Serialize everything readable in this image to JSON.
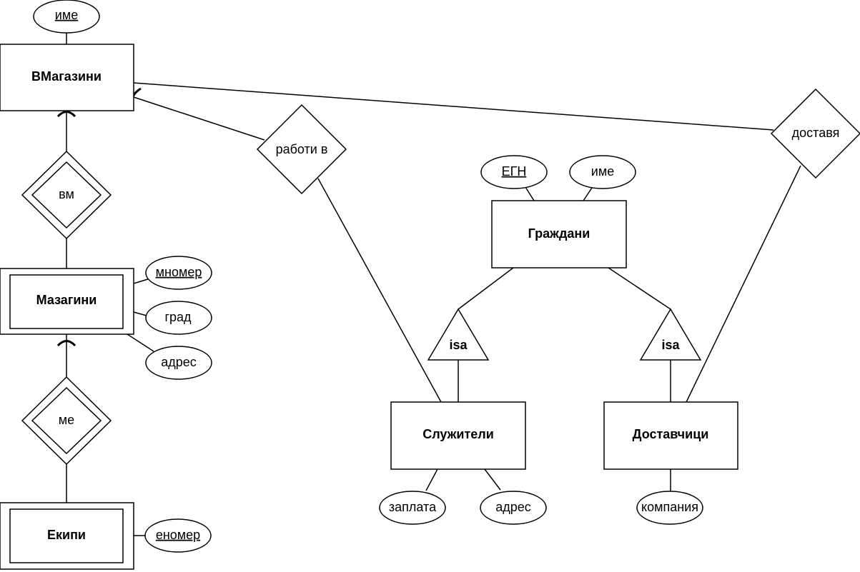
{
  "entities": {
    "vmagazini": "ВМагазини",
    "magazini": "Мазагини",
    "ekipi": "Екипи",
    "grazhdani": "Граждани",
    "sluzhiteli": "Служители",
    "dostavchici": "Доставчици"
  },
  "relationships": {
    "vm": "вм",
    "me": "ме",
    "raboti_v": "работи в",
    "dostavya": "доставя"
  },
  "isa": {
    "left": "isa",
    "right": "isa"
  },
  "attributes": {
    "vmagazini_ime": "име",
    "magazini_mnomer": "мномер",
    "magazini_grad": "град",
    "magazini_adres": "адрес",
    "ekipi_enomer": "еномер",
    "grazhdani_egn": "ЕГН",
    "grazhdani_ime": "име",
    "sluzhiteli_zaplata": "заплата",
    "sluzhiteli_adres": "адрес",
    "dostavchici_kompania": "компания"
  }
}
